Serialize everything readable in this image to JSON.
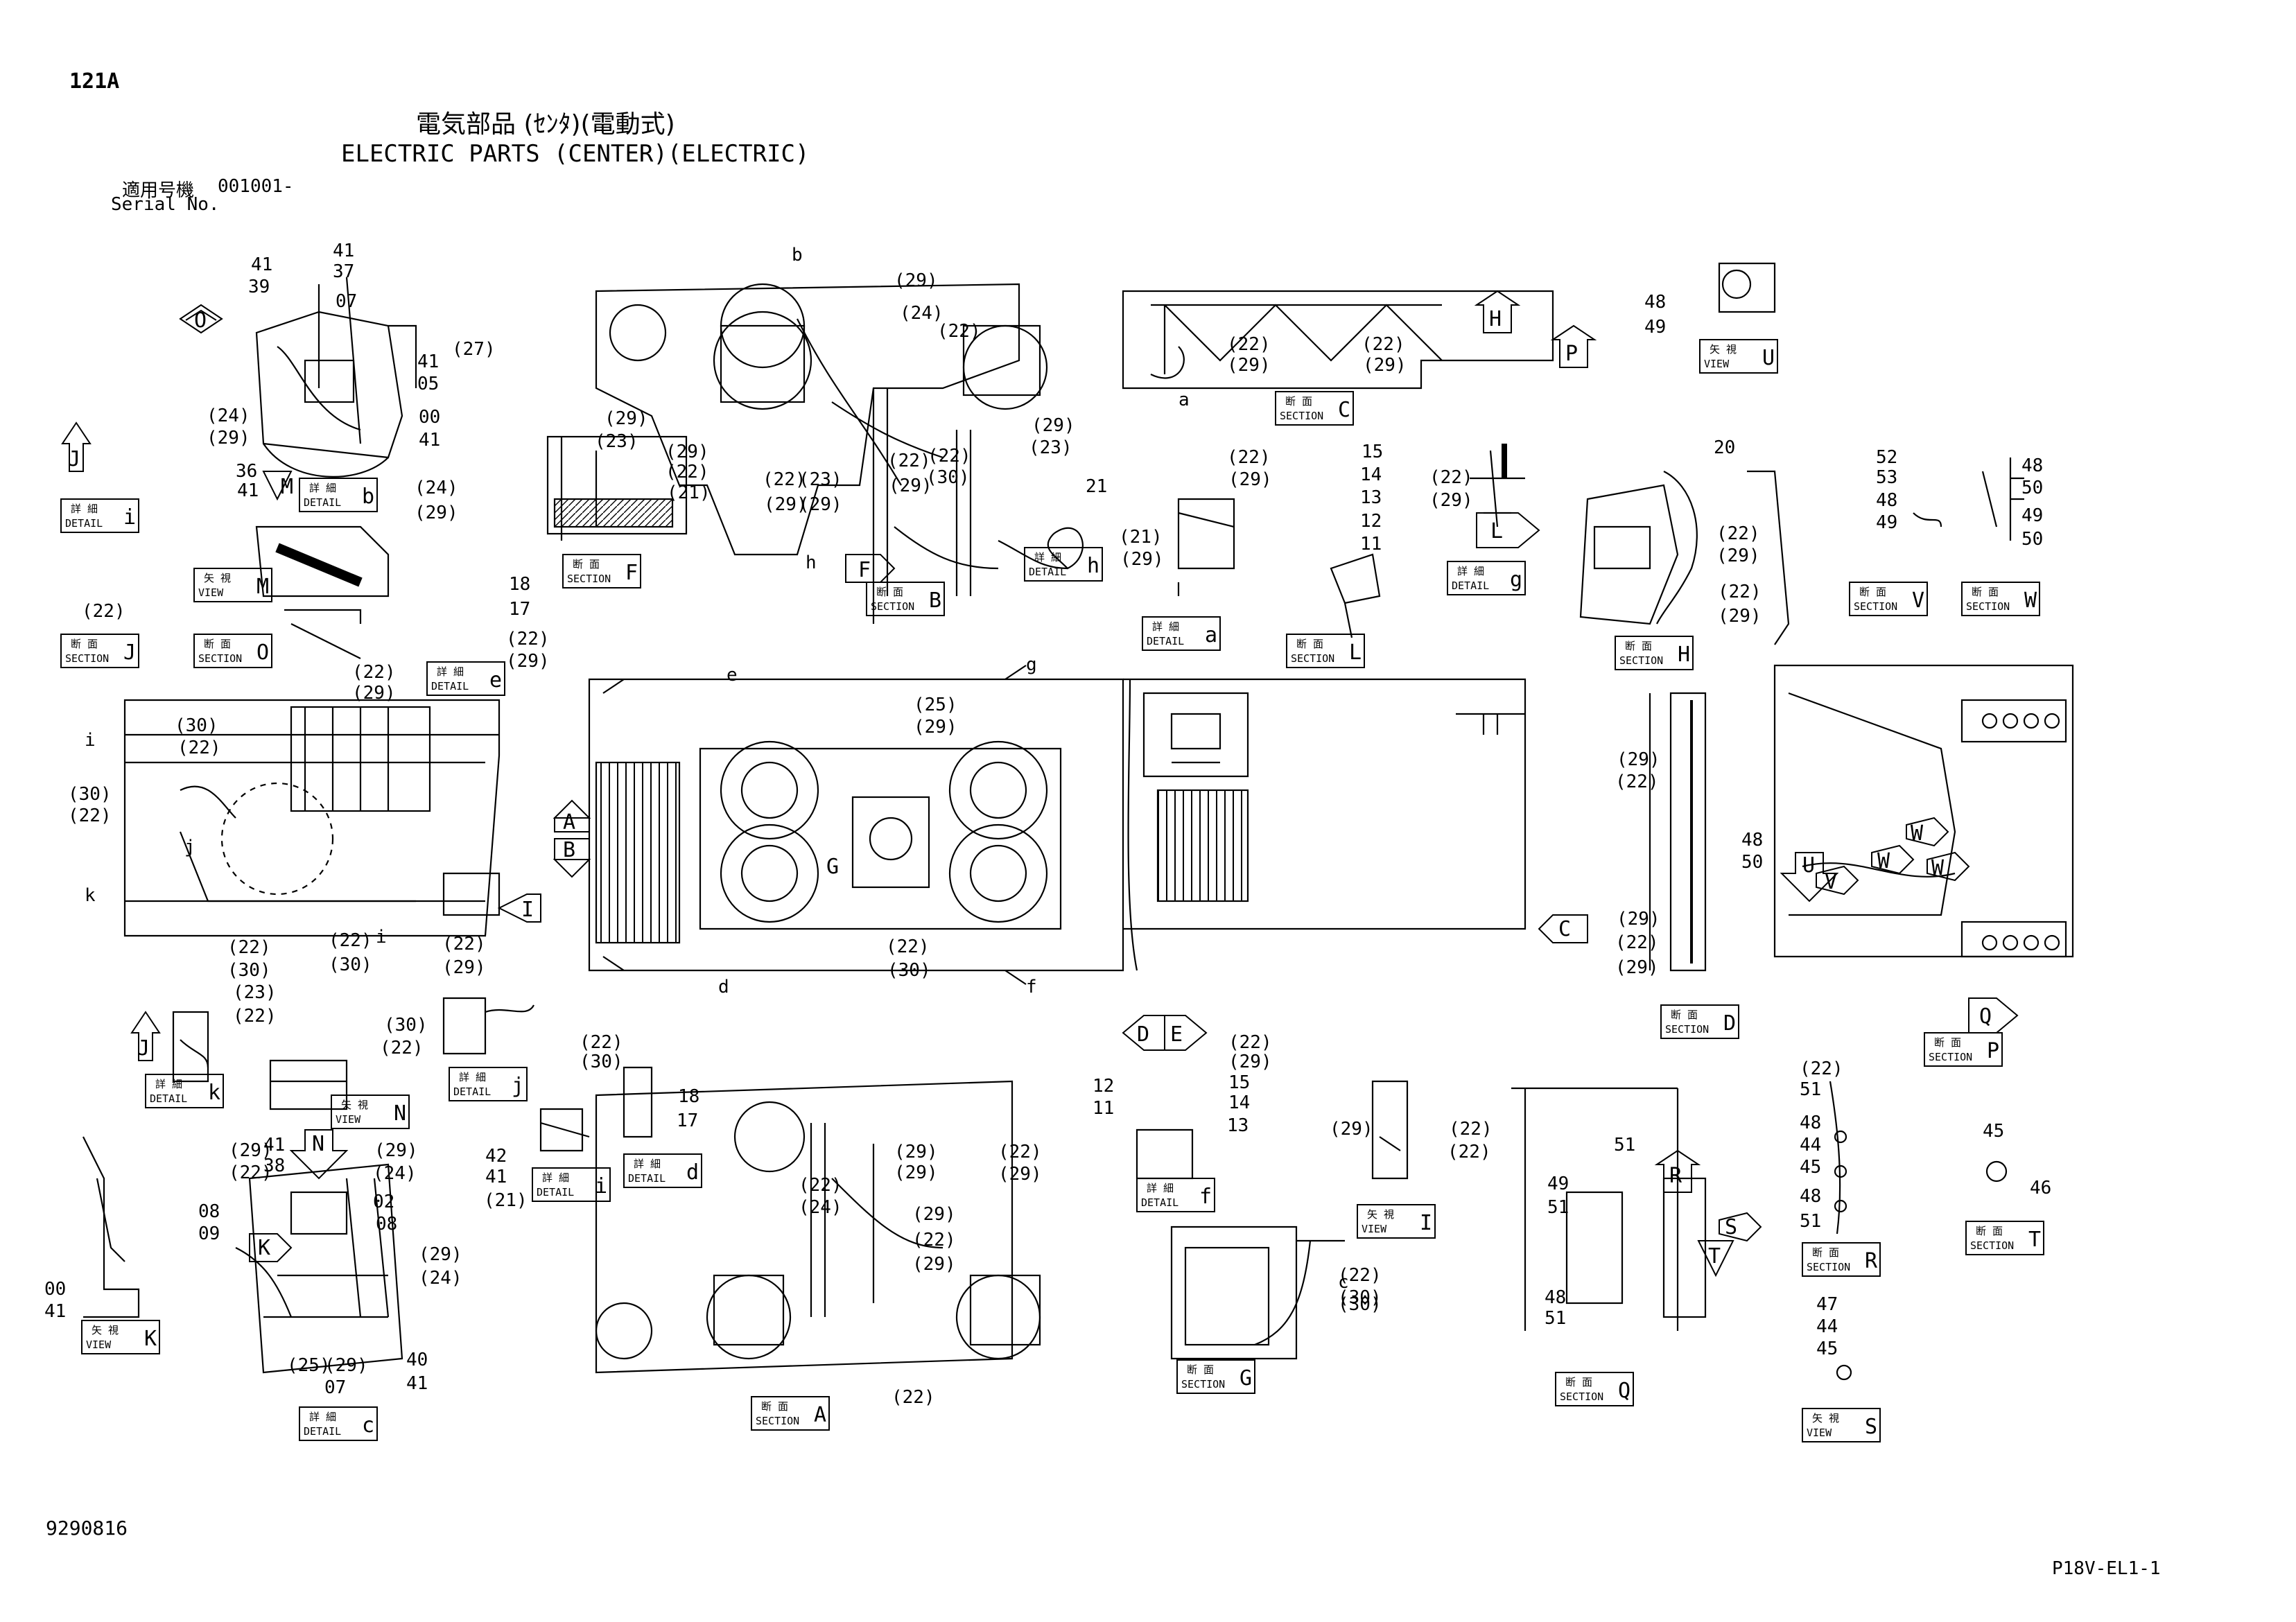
{
  "page": {
    "page_id": "121A",
    "title_jp": "電気部品 (ｾﾝﾀ)(電動式)",
    "title_en": "ELECTRIC PARTS (CENTER)(ELECTRIC)",
    "serial_label_jp": "適用号機",
    "serial_value": "001001-",
    "serial_label_en": "Serial No.",
    "document_number": "9290816",
    "sheet_id": "P18V-EL1-1"
  },
  "captions": [
    {
      "jp": "詳 細",
      "en": "DETAIL",
      "id": "i"
    },
    {
      "jp": "断 面",
      "en": "SECTION",
      "id": "J"
    },
    {
      "jp": "詳 細",
      "en": "DETAIL",
      "id": "b"
    },
    {
      "jp": "矢 視",
      "en": "VIEW",
      "id": "M"
    },
    {
      "jp": "断 面",
      "en": "SECTION",
      "id": "O"
    },
    {
      "jp": "詳 細",
      "en": "DETAIL",
      "id": "e"
    },
    {
      "jp": "断 面",
      "en": "SECTION",
      "id": "F"
    },
    {
      "jp": "断 面",
      "en": "SECTION",
      "id": "B"
    },
    {
      "jp": "詳 細",
      "en": "DETAIL",
      "id": "h"
    },
    {
      "jp": "断 面",
      "en": "SECTION",
      "id": "C"
    },
    {
      "jp": "詳 細",
      "en": "DETAIL",
      "id": "a"
    },
    {
      "jp": "断 面",
      "en": "SECTION",
      "id": "L"
    },
    {
      "jp": "詳 細",
      "en": "DETAIL",
      "id": "g"
    },
    {
      "jp": "矢 視",
      "en": "VIEW",
      "id": "U"
    },
    {
      "jp": "断 面",
      "en": "SECTION",
      "id": "H"
    },
    {
      "jp": "断 面",
      "en": "SECTION",
      "id": "V"
    },
    {
      "jp": "断 面",
      "en": "SECTION",
      "id": "W"
    },
    {
      "jp": "詳 細",
      "en": "DETAIL",
      "id": "k"
    },
    {
      "jp": "矢 視",
      "en": "VIEW",
      "id": "N"
    },
    {
      "jp": "詳 細",
      "en": "DETAIL",
      "id": "j"
    },
    {
      "jp": "矢 視",
      "en": "VIEW",
      "id": "K"
    },
    {
      "jp": "詳 細",
      "en": "DETAIL",
      "id": "c"
    },
    {
      "jp": "詳 細",
      "en": "DETAIL",
      "id": "i"
    },
    {
      "jp": "詳 細",
      "en": "DETAIL",
      "id": "d"
    },
    {
      "jp": "断 面",
      "en": "SECTION",
      "id": "A"
    },
    {
      "jp": "詳 細",
      "en": "DETAIL",
      "id": "f"
    },
    {
      "jp": "矢 視",
      "en": "VIEW",
      "id": "I"
    },
    {
      "jp": "断 面",
      "en": "SECTION",
      "id": "G"
    },
    {
      "jp": "断 面",
      "en": "SECTION",
      "id": "Q"
    },
    {
      "jp": "断 面",
      "en": "SECTION",
      "id": "D"
    },
    {
      "jp": "断 面",
      "en": "SECTION",
      "id": "P"
    },
    {
      "jp": "断 面",
      "en": "SECTION",
      "id": "R"
    },
    {
      "jp": "断 面",
      "en": "SECTION",
      "id": "T"
    },
    {
      "jp": "矢 視",
      "en": "VIEW",
      "id": "S"
    }
  ],
  "view_markers": [
    "O",
    "J",
    "M",
    "F",
    "P",
    "H",
    "L",
    "A",
    "B",
    "I",
    "G",
    "D",
    "E",
    "C",
    "U",
    "V",
    "W",
    "W",
    "W",
    "Q",
    "J",
    "N",
    "K",
    "R",
    "S",
    "T"
  ],
  "part_callouts": [
    "41",
    "39",
    "41",
    "37",
    "07",
    "(27)",
    "41",
    "05",
    "00",
    "41",
    "(24)",
    "(29)",
    "36",
    "41",
    "(24)",
    "(29)",
    "(22)",
    "(22)",
    "(29)",
    "18",
    "17",
    "(22)",
    "(29)",
    "b",
    "(29)",
    "(24)",
    "(22)",
    "(29)",
    "(23)",
    "(29)",
    "(22)",
    "(21)",
    "(22)",
    "(23)",
    "(29)",
    "(29)",
    "(22)",
    "(29)",
    "(22)",
    "(30)",
    "(29)",
    "(23)",
    "21",
    "h",
    "(22)",
    "(29)",
    "(22)",
    "(29)",
    "a",
    "(22)",
    "(29)",
    "(21)",
    "(29)",
    "15",
    "14",
    "13",
    "12",
    "11",
    "(22)",
    "(29)",
    "48",
    "49",
    "20",
    "(22)",
    "(29)",
    "(22)",
    "(29)",
    "52",
    "53",
    "48",
    "49",
    "48",
    "50",
    "49",
    "50",
    "i",
    "(30)",
    "(22)",
    "(30)",
    "(22)",
    "j",
    "k",
    "(22)",
    "(30)",
    "(22)",
    "(30)",
    "i",
    "(22)",
    "(29)",
    "e",
    "g",
    "(25)",
    "(29)",
    "(22)",
    "(30)",
    "d",
    "f",
    "(29)",
    "(22)",
    "48",
    "50",
    "(29)",
    "(22)",
    "(29)",
    "(23)",
    "(22)",
    "(30)",
    "(22)",
    "(22)",
    "(30)",
    "18",
    "17",
    "(22)",
    "(29)",
    "15",
    "14",
    "13",
    "12",
    "11",
    "(29)",
    "(22)",
    "(22)",
    "(29)",
    "(22)",
    "41",
    "38",
    "(29)",
    "(24)",
    "02",
    "08",
    "08",
    "09",
    "(29)",
    "(24)",
    "(25)",
    "(29)",
    "07",
    "40",
    "41",
    "00",
    "41",
    "42",
    "41",
    "(21)",
    "(22)",
    "(29)",
    "(29)",
    "(24)",
    "(29)",
    "(22)",
    "(29)",
    "(22)",
    "(29)",
    "(22)",
    "(30)",
    "(22)",
    "c",
    "(30)",
    "(22)",
    "51",
    "48",
    "51",
    "49",
    "51",
    "48",
    "51",
    "44",
    "45",
    "48",
    "51",
    "45",
    "46",
    "47",
    "44",
    "45"
  ]
}
